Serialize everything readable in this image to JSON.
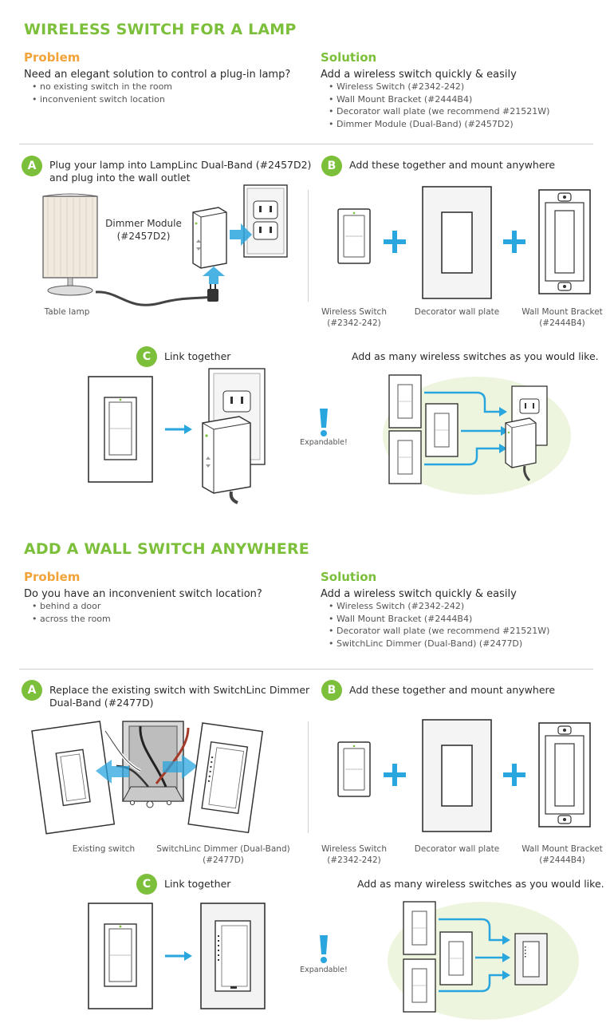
{
  "section1": {
    "title": "WIRELESS SWITCH FOR A LAMP",
    "problem": {
      "heading": "Problem",
      "lead": "Need an elegant solution to control a plug-in lamp?",
      "bullets": [
        "• no existing switch in the room",
        "• inconvenient switch location"
      ]
    },
    "solution": {
      "heading": "Solution",
      "lead": "Add a wireless switch quickly & easily",
      "bullets": [
        "• Wireless Switch (#2342-242)",
        "• Wall Mount Bracket (#2444B4)",
        "• Decorator wall plate (we recommend #21521W)",
        "• Dimmer Module (Dual-Band) (#2457D2)"
      ]
    },
    "stepA": {
      "badge": "A",
      "line1": "Plug your lamp into LampLinc Dual-Band (#2457D2)",
      "line2": "and plug into the wall outlet"
    },
    "dimmer_label1": "Dimmer Module",
    "dimmer_label2": "(#2457D2)",
    "lamp_label": "Table lamp",
    "stepB": {
      "badge": "B",
      "text": "Add these together and mount anywhere"
    },
    "cap_switch1": "Wireless Switch",
    "cap_switch2": "(#2342-242)",
    "cap_plate": "Decorator wall plate",
    "cap_bracket1": "Wall Mount Bracket",
    "cap_bracket2": "(#2444B4)",
    "stepC": {
      "badge": "C",
      "text": "Link together"
    },
    "expand_text": "Add as many wireless switches as you would like.",
    "expandable": "Expandable!"
  },
  "section2": {
    "title": "ADD A WALL SWITCH ANYWHERE",
    "problem": {
      "heading": "Problem",
      "lead": "Do you have an inconvenient switch location?",
      "bullets": [
        "• behind a door",
        "• across the room"
      ]
    },
    "solution": {
      "heading": "Solution",
      "lead": "Add a wireless switch quickly & easily",
      "bullets": [
        "• Wireless Switch (#2342-242)",
        "• Wall Mount Bracket (#2444B4)",
        "• Decorator wall plate (we recommend #21521W)",
        "• SwitchLinc Dimmer (Dual-Band) (#2477D)"
      ]
    },
    "stepA": {
      "badge": "A",
      "line1": "Replace the existing switch with SwitchLinc Dimmer",
      "line2": "Dual-Band (#2477D)"
    },
    "cap_existing": "Existing switch",
    "cap_dimmer1": "SwitchLinc Dimmer (Dual-Band)",
    "cap_dimmer2": "(#2477D)",
    "stepB": {
      "badge": "B",
      "text": "Add these together and mount anywhere"
    },
    "cap_switch1": "Wireless Switch",
    "cap_switch2": "(#2342-242)",
    "cap_plate": "Decorator wall plate",
    "cap_bracket1": "Wall Mount Bracket",
    "cap_bracket2": "(#2444B4)",
    "stepC": {
      "badge": "C",
      "text": "Link together"
    },
    "expand_text": "Add as many wireless switches as you would like.",
    "expandable": "Expandable!"
  },
  "colors": {
    "green": "#7cbf3a",
    "orange": "#f2a33a",
    "blue": "#2aa6df",
    "pale_green": "#eef5df"
  }
}
